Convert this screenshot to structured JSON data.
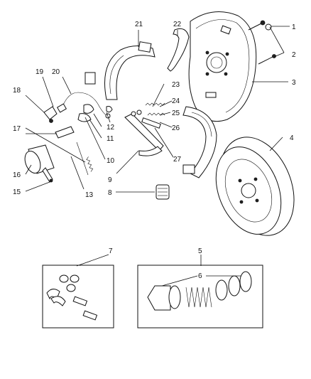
{
  "diagram": {
    "callouts": {
      "c1": "1",
      "c2": "2",
      "c3": "3",
      "c4": "4",
      "c5": "5",
      "c6": "6",
      "c7": "7",
      "c8": "8",
      "c9": "9",
      "c10": "10",
      "c11": "11",
      "c12": "12",
      "c13": "13",
      "c15": "15",
      "c16": "16",
      "c17": "17",
      "c18": "18",
      "c19": "19",
      "c20": "20",
      "c21": "21",
      "c22": "22",
      "c23": "23",
      "c24": "24",
      "c25": "25",
      "c26": "26",
      "c27": "27"
    }
  }
}
